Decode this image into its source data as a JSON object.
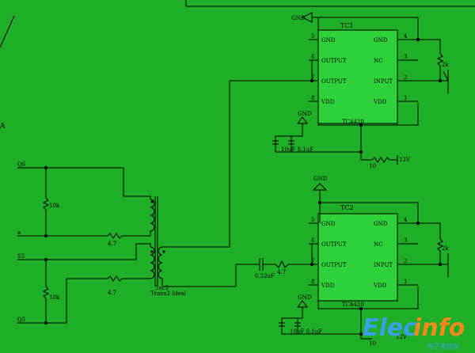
{
  "colors": {
    "background": "#1fae28",
    "ic_fill": "#2ed13a",
    "wire": "#000000",
    "logo_blue": "#3aa0e8",
    "logo_orange": "#f08a1a"
  },
  "ic1": {
    "ref": "TC1",
    "part": "TC4420",
    "pins_left": [
      {
        "num": "5",
        "name": "GND"
      },
      {
        "num": "6",
        "name": "OUTPUT"
      },
      {
        "num": "7",
        "name": "OUTPUT"
      },
      {
        "num": "8",
        "name": "VDD"
      }
    ],
    "pins_right": [
      {
        "num": "4",
        "name": "GND"
      },
      {
        "num": "3",
        "name": "NC"
      },
      {
        "num": "2",
        "name": "INPUT"
      },
      {
        "num": "1",
        "name": "VDD"
      }
    ]
  },
  "ic2": {
    "ref": "TC2",
    "part": "TC4420",
    "pins_left": [
      {
        "num": "5",
        "name": "GND"
      },
      {
        "num": "6",
        "name": "OUTPUT"
      },
      {
        "num": "7",
        "name": "OUTPUT"
      },
      {
        "num": "8",
        "name": "VDD"
      }
    ],
    "pins_right": [
      {
        "num": "4",
        "name": "GND"
      },
      {
        "num": "3",
        "name": "NC"
      },
      {
        "num": "2",
        "name": "INPUT"
      },
      {
        "num": "1",
        "name": "VDD"
      }
    ]
  },
  "labels": {
    "gnd1": "GND",
    "gnd2": "GND",
    "gnd3": "GND",
    "gnd4": "GND",
    "r2k_1": "2k",
    "r2k_2": "2k",
    "cap1": "10uF 0.1uF",
    "cap2": "10uF 0.1uF",
    "r10_1": "10",
    "r10_2": "10",
    "v12_1": "12V",
    "v12_2": "12V",
    "q6": "Q6",
    "a": "a",
    "s5": "S5",
    "q5": "Q5",
    "r10k_1": "10k",
    "r10k_2": "10k",
    "r47_1": "4.7",
    "r47_2": "4.7",
    "r47_3": "4.7",
    "c022": "0.22uF",
    "xfmr_ref": "5ac3",
    "xfmr_name": "Trans3 Ideal",
    "left_edge": "A"
  },
  "logo": {
    "text_blue": "Elec",
    "text_orange": "info",
    "subtitle": "电子发烧友"
  }
}
